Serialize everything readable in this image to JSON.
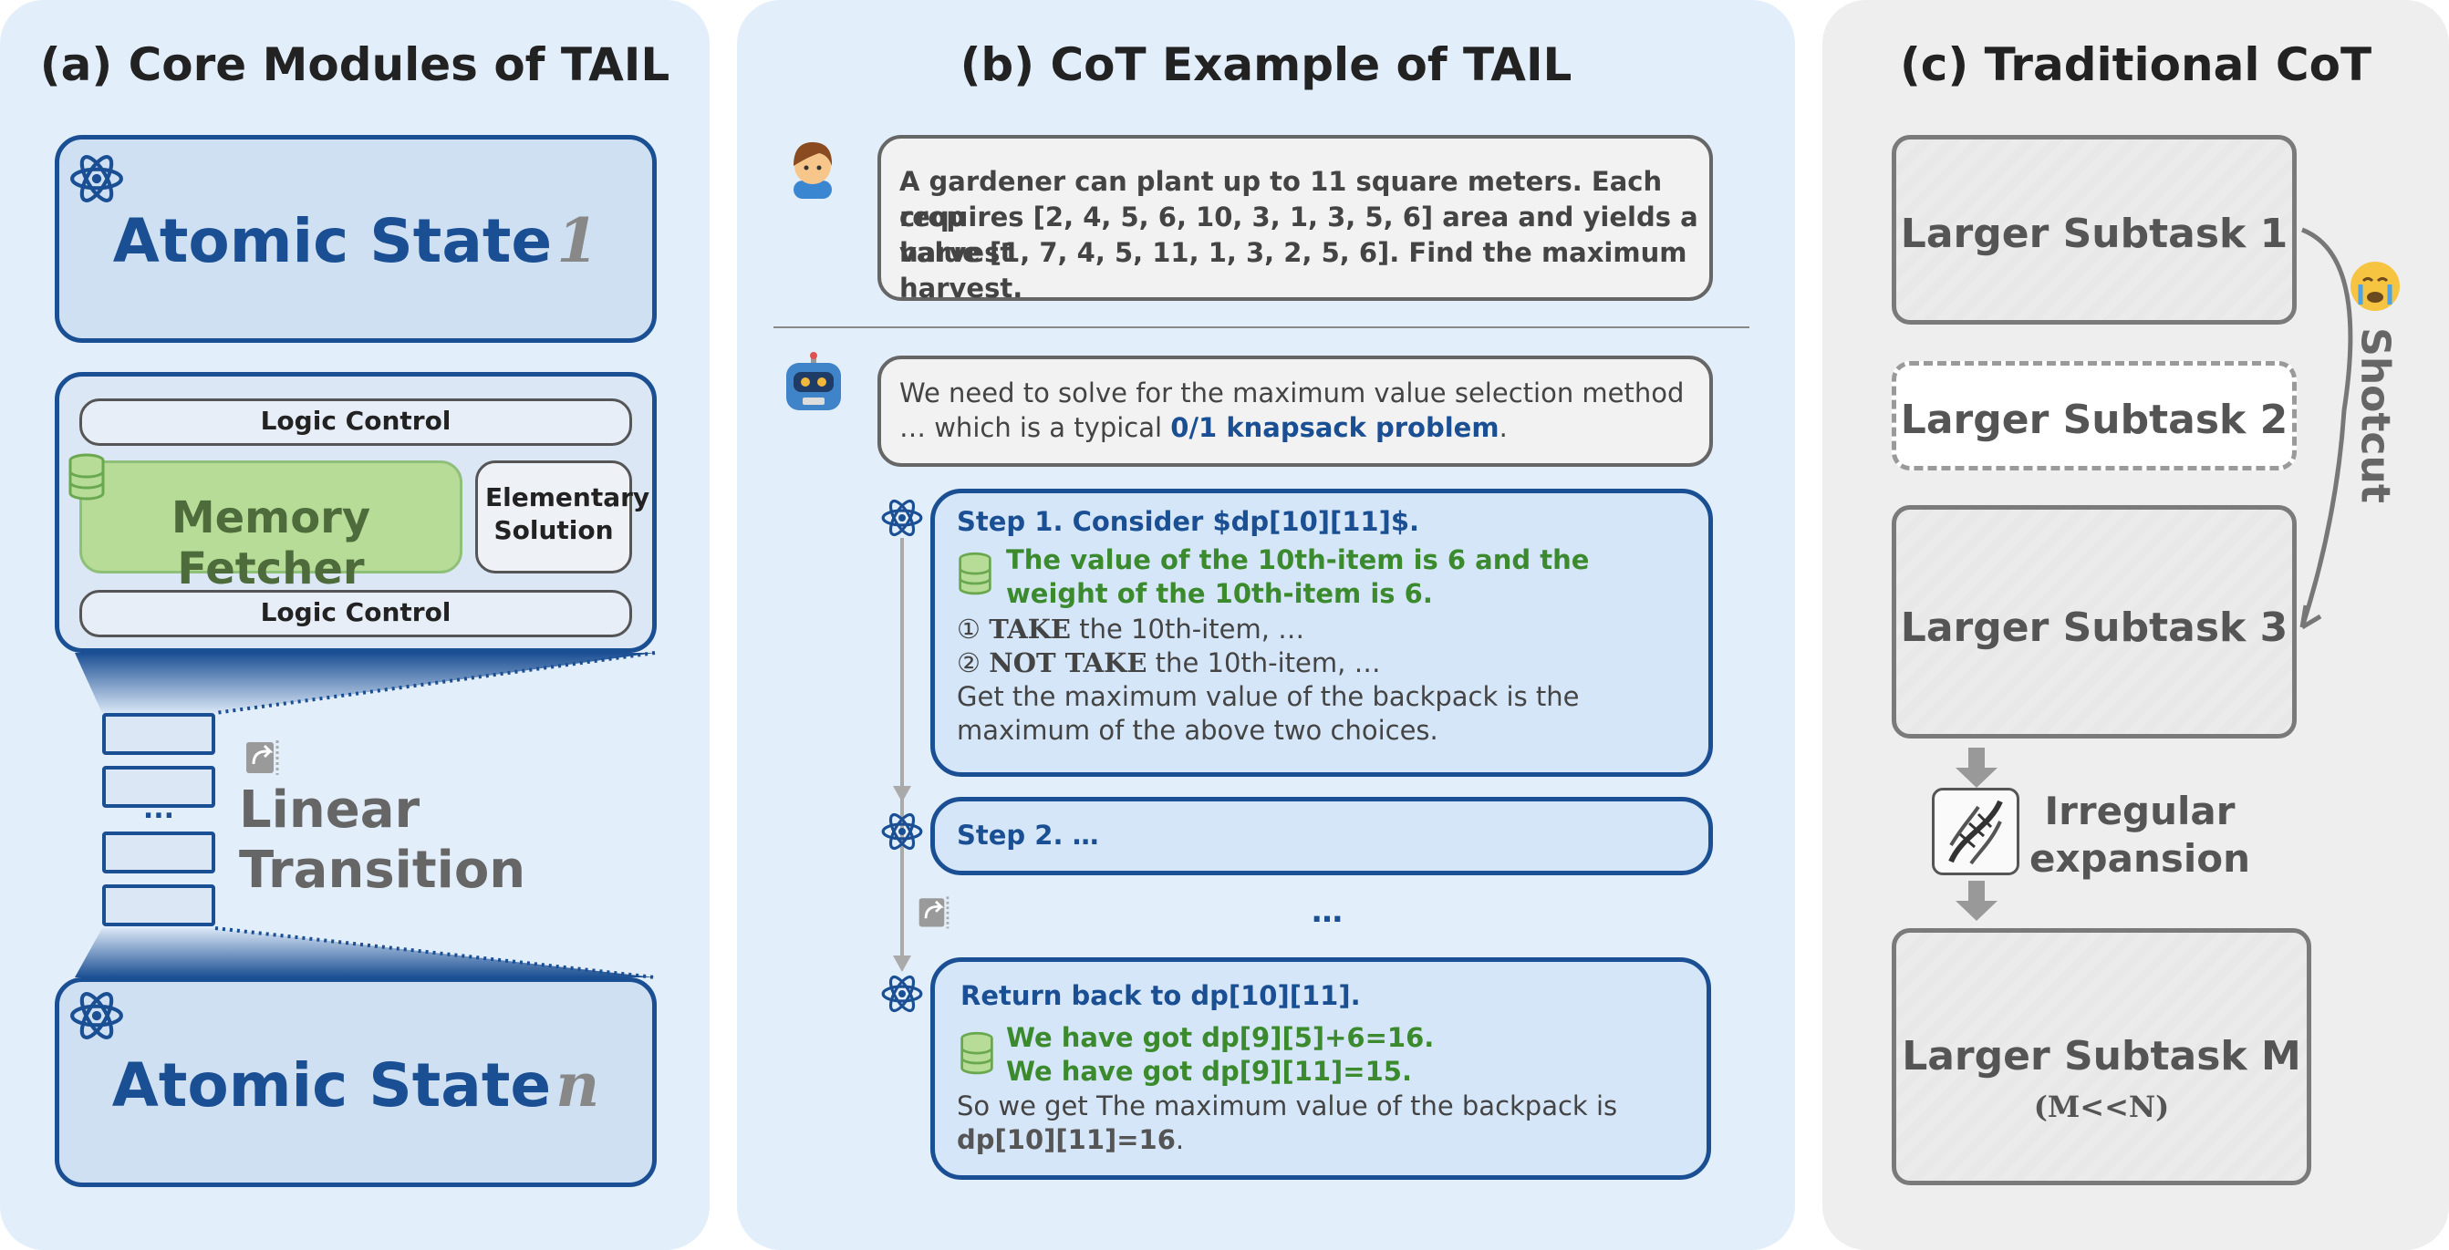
{
  "panels": {
    "a": {
      "title": "(a) Core Modules of TAIL",
      "state1_label": "Atomic State",
      "state1_num": "1",
      "logic_top": "Logic Control",
      "memory": "Memory Fetcher",
      "elementary": "Elementary Solution",
      "logic_bottom": "Logic Control",
      "ellipsis": "...",
      "linear": "Linear Transition",
      "staten_label": "Atomic State",
      "staten_num": "n"
    },
    "b": {
      "title": "(b) CoT Example of TAIL",
      "question_line1": "A gardener can plant up to 11 square meters. Each crop",
      "question_line2": "requires [2, 4, 5, 6, 10, 3, 1, 3, 5, 6] area and yields a harvest",
      "question_line3": "value [1, 7, 4, 5, 11, 1, 3, 2, 5, 6]. Find the maximum harvest.",
      "answer_line1": "We need to solve for the maximum value selection method",
      "answer_line2_pre": "…  which is a typical ",
      "answer_line2_hl": "0/1 knapsack problem",
      "answer_line2_post": ".",
      "step1_title": "Step 1. Consider $dp[10][11]$.",
      "step1_mem1": "The value of the 10th-item is 6 and the",
      "step1_mem2": "weight of the 10th-item is 6.",
      "step1_take_num": "①",
      "step1_take_kw": "TAKE",
      "step1_take_rest": " the 10th-item, …",
      "step1_nottake_num": "②",
      "step1_nottake_kw": "NOT TAKE",
      "step1_nottake_rest": " the 10th-item, …",
      "step1_line5": "Get the maximum value of the backpack is the",
      "step1_line6": "maximum of the above two choices.",
      "step2_title": "Step 2. …",
      "dots": "…",
      "return_title": "Return back to dp[10][11].",
      "return_mem1": "We have got dp[9][5]+6=16.",
      "return_mem2": "We have got dp[9][11]=15.",
      "return_line3": "So we get The maximum value of the backpack is",
      "return_line4": "dp[10][11]=16",
      "return_line4_end": "."
    },
    "c": {
      "title": "(c) Traditional CoT",
      "sub1": "Larger Subtask 1",
      "sub2": "Larger Subtask 2",
      "sub3": "Larger Subtask 3",
      "shortcut": "Shotcut",
      "irregular": "Irregular expansion",
      "subM": "Larger Subtask M",
      "subM_note": "(M<<N)"
    }
  },
  "colors": {
    "panel_blue": "#e3eefb",
    "panel_gray": "#eeeeee",
    "dark_blue": "#1b4f93",
    "green": "#3b8a2e",
    "memory_green": "#b7dc98"
  },
  "icons": [
    "atom-icon",
    "database-icon",
    "transition-icon",
    "person-emoji",
    "robot-emoji",
    "crying-emoji",
    "dna-icon",
    "arrow-down-icon"
  ]
}
